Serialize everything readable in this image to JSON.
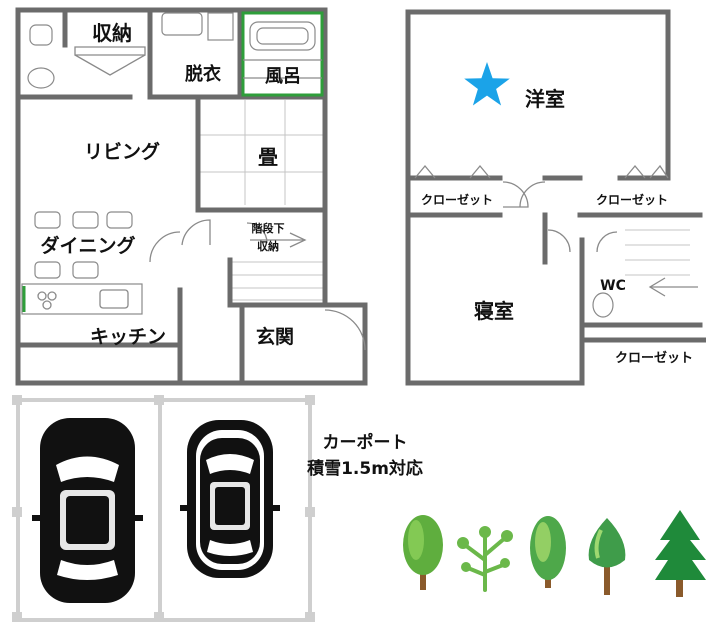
{
  "floor1": {
    "rooms": {
      "storage": "収納",
      "dressing": "脱衣",
      "bath": "風呂",
      "living": "リビング",
      "tatami": "畳",
      "under_stairs_line1": "階段下",
      "under_stairs_line2": "収納",
      "dining": "ダイニング",
      "kitchen": "キッチン",
      "entrance": "玄関"
    }
  },
  "floor2": {
    "rooms": {
      "western": "洋室",
      "closet_left": "クローゼット",
      "closet_right": "クローゼット",
      "wc": "WC",
      "bedroom": "寝室",
      "closet_bottom": "クローゼット"
    }
  },
  "carport": {
    "title": "カーポート",
    "note": "積雪1.5m対応"
  },
  "icons": [
    "star-icon",
    "car-icon",
    "tree-icon",
    "stairs-icon",
    "door-icon",
    "toilet-icon",
    "bathtub-icon",
    "sink-icon",
    "stove-icon"
  ],
  "colors": {
    "wall": "#6b6b6b",
    "star": "#1ba3e8",
    "green_accent": "#2e9e3a",
    "car": "#111111"
  }
}
